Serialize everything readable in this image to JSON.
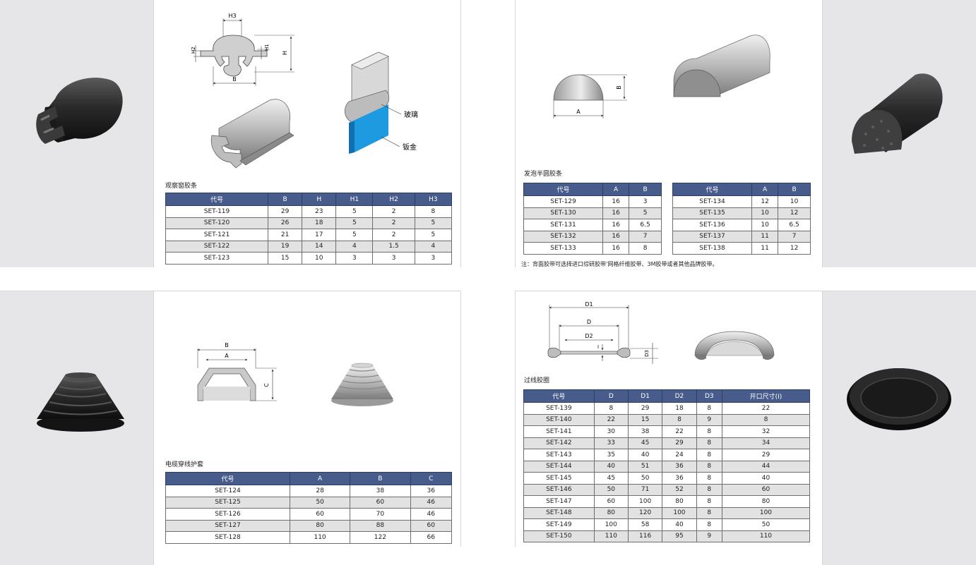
{
  "p1": {
    "caption": "观察窗胶条",
    "headers": [
      "代号",
      "B",
      "H",
      "H1",
      "H2",
      "H3"
    ],
    "rows": [
      [
        "SET-119",
        "29",
        "23",
        "5",
        "2",
        "8"
      ],
      [
        "SET-120",
        "26",
        "18",
        "5",
        "2",
        "5"
      ],
      [
        "SET-121",
        "21",
        "17",
        "5",
        "2",
        "5"
      ],
      [
        "SET-122",
        "19",
        "14",
        "4",
        "1.5",
        "4"
      ],
      [
        "SET-123",
        "15",
        "10",
        "3",
        "3",
        "3"
      ]
    ],
    "dims": {
      "h3": "H3",
      "h2": "H2",
      "h1": "H1",
      "h": "H",
      "b": "B"
    },
    "labels": {
      "glass": "玻璃",
      "metal": "钣金"
    }
  },
  "p2": {
    "caption": "发泡半圆胶条",
    "dims": {
      "a": "A",
      "b": "B"
    },
    "headers": [
      "代号",
      "A",
      "B"
    ],
    "left_rows": [
      [
        "SET-129",
        "16",
        "3"
      ],
      [
        "SET-130",
        "16",
        "5"
      ],
      [
        "SET-131",
        "16",
        "6.5"
      ],
      [
        "SET-132",
        "16",
        "7"
      ],
      [
        "SET-133",
        "16",
        "8"
      ]
    ],
    "right_rows": [
      [
        "SET-134",
        "12",
        "10"
      ],
      [
        "SET-135",
        "10",
        "12"
      ],
      [
        "SET-136",
        "10",
        "6.5"
      ],
      [
        "SET-137",
        "11",
        "7"
      ],
      [
        "SET-138",
        "11",
        "12"
      ]
    ],
    "note": "注：背面胶带可选择进口综研胶带’网格纤维胶带、3M胶带或者其他品牌胶带。"
  },
  "p3": {
    "caption": "电缆穿线护套",
    "dims": {
      "a": "A",
      "b": "B",
      "c": "C"
    },
    "headers": [
      "代号",
      "A",
      "B",
      "C"
    ],
    "rows": [
      [
        "SET-124",
        "28",
        "38",
        "36"
      ],
      [
        "SET-125",
        "50",
        "60",
        "46"
      ],
      [
        "SET-126",
        "60",
        "70",
        "46"
      ],
      [
        "SET-127",
        "80",
        "88",
        "60"
      ],
      [
        "SET-128",
        "110",
        "122",
        "66"
      ]
    ]
  },
  "p4": {
    "caption": "过线胶圈",
    "dims": {
      "d1": "D1",
      "d": "D",
      "d2": "D2",
      "d3": "D3",
      "i": "I"
    },
    "headers": [
      "代号",
      "D",
      "D1",
      "D2",
      "D3",
      "开口尺寸(I)"
    ],
    "rows": [
      [
        "SET-139",
        "8",
        "29",
        "18",
        "8",
        "22"
      ],
      [
        "SET-140",
        "22",
        "15",
        "8",
        "9",
        "8"
      ],
      [
        "SET-141",
        "30",
        "38",
        "22",
        "8",
        "32"
      ],
      [
        "SET-142",
        "33",
        "45",
        "29",
        "8",
        "34"
      ],
      [
        "SET-143",
        "35",
        "40",
        "24",
        "8",
        "29"
      ],
      [
        "SET-144",
        "40",
        "51",
        "36",
        "8",
        "44"
      ],
      [
        "SET-145",
        "45",
        "50",
        "36",
        "8",
        "40"
      ],
      [
        "SET-146",
        "50",
        "71",
        "52",
        "8",
        "60"
      ],
      [
        "SET-147",
        "60",
        "100",
        "80",
        "8",
        "80"
      ],
      [
        "SET-148",
        "80",
        "120",
        "100",
        "8",
        "100"
      ],
      [
        "SET-149",
        "100",
        "58",
        "40",
        "8",
        "50"
      ],
      [
        "SET-150",
        "110",
        "116",
        "95",
        "9",
        "110"
      ]
    ]
  }
}
